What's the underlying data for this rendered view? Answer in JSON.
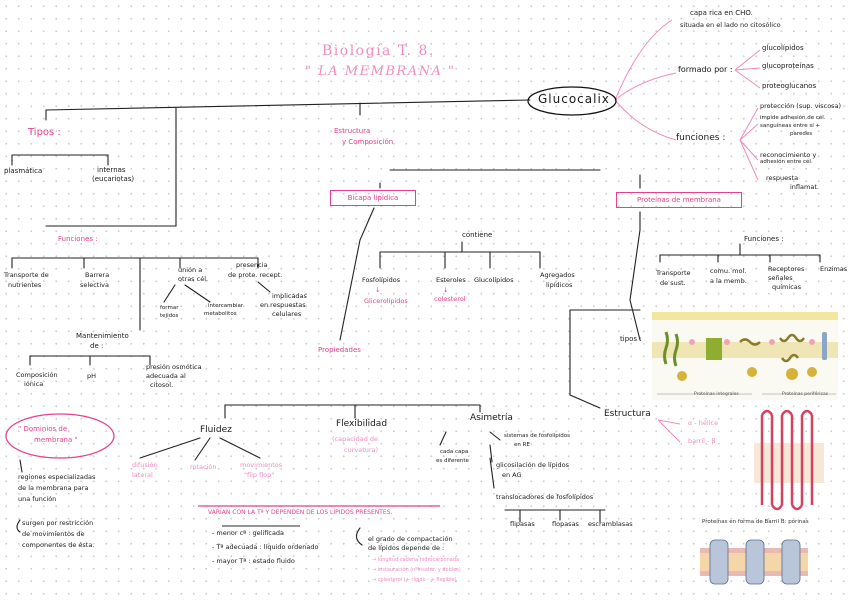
{
  "header": {
    "title": "Biología  T. 8.",
    "subtitle": "\" LA  MEMBRANA \""
  },
  "glucocalix": {
    "label": "Glucocalix",
    "cape": [
      "capa rica  en  CHO.",
      "situada  en  el  lado  no  citosólico"
    ],
    "formado_label": "formado  por :",
    "formado_items": [
      "glucolípidos",
      "glucoproteínas",
      "proteoglucanos"
    ],
    "funciones_label": "funciones :",
    "funciones_items": [
      "protección  (sup. viscosa)",
      "impide  adhesión  de  cél.",
      "sanguíneas  entre  sí  +",
      "paredes",
      "reconocimiento  y",
      "adhesión  entre  cél.",
      "respuesta",
      "inflamat."
    ]
  },
  "tipos": {
    "label": "Tipos :",
    "items": [
      "plasmática",
      "internas",
      "(eucariotas)"
    ]
  },
  "funciones_left": {
    "label": "Funciones :",
    "items": [
      "Transporte  de",
      "nutrientes",
      "Barrera",
      "selectiva",
      "unión  a",
      "otras  cél.",
      "presencia",
      "de  prote.  recept.",
      "implicadas",
      "en  respuestas",
      "celulares",
      "formar",
      "tejidos",
      "intercambiar",
      "metabolitos"
    ],
    "mantenimiento": [
      "Mantenimiento",
      "de :"
    ],
    "mant_items": [
      "Composición",
      "iónica",
      "pH",
      "presión  osmótica",
      "adecuada  al",
      "citosol."
    ]
  },
  "estructura": {
    "label": [
      "Estructura",
      "y  Composición"
    ],
    "bicapa": "Bicapa  lipídica",
    "proteinas": "Proteínas  de  membrana",
    "contiene": "contiene",
    "lipids": [
      "Fosfolípidos",
      "↓",
      "Glicerolípidos",
      "Esteroles",
      "↓",
      "colesterol",
      "Glucolípidos",
      "Agregados",
      "lipídicos"
    ],
    "propiedades": "Propiedades"
  },
  "proteinas": {
    "funciones_label": "Funciones :",
    "funciones_items": [
      "Transporte",
      "de  sust.",
      "comu.  mol.",
      "a  la  memb.",
      "Receptores",
      "señales",
      "químicas",
      "Enzimas"
    ],
    "tipos_label": "tipos :",
    "fig_labels": [
      "Proteínas  integrales",
      "Proteínas  periféricas"
    ],
    "estructura_label": "Estructura",
    "estructura_items": [
      "α - hélice",
      "barril - β"
    ],
    "barril_title": "Proteínas en forma de Barril B: porinas"
  },
  "dominios": {
    "label": [
      "\" Dominios  de",
      "membrana \""
    ],
    "items": [
      "regiones  especializadas",
      "de  la  membrana  para",
      "una  función",
      "surgen  por  restricción",
      "de  movimientos  de",
      "componentes  de  ésta."
    ]
  },
  "fluidez": {
    "label": "Fluidez",
    "items": [
      "difusión",
      "lateral",
      "rotación",
      "movimientos",
      "\"flip flop\""
    ],
    "varian": "VARÍAN  CON  LA  Tª   Y   DEPENDEN  DE  LOS  LÍPIDOS  PRESENTES.",
    "temp": [
      "- menor  cª :  gelificada",
      "- Tª  adecuada :  líquido  ordenado",
      "- mayor  Tª :  estado  fluido"
    ]
  },
  "flexibilidad": {
    "label": "Flexibilidad",
    "items": [
      "(capacidad  de",
      "curvatura)"
    ]
  },
  "grado": [
    "el  grado  de  compactación",
    "de  lípidos  depende  de :",
    "→ longitud  cadena  hidrocarbonada",
    "→ instauración  (nºinsatur. y dobles)",
    "→ colesterol  (+ rígido - + flexible)"
  ],
  "asimetria": {
    "label": "Asimetría",
    "items": [
      "cada  capa",
      "es  diferente",
      "sistemas  de  fosfolípidos",
      "en  RE",
      "glicosilación  de  lípidos",
      "en  AG",
      "translocadores  de  fosfolípidos",
      "flipasas",
      "flopasas",
      "escramblasas"
    ]
  }
}
